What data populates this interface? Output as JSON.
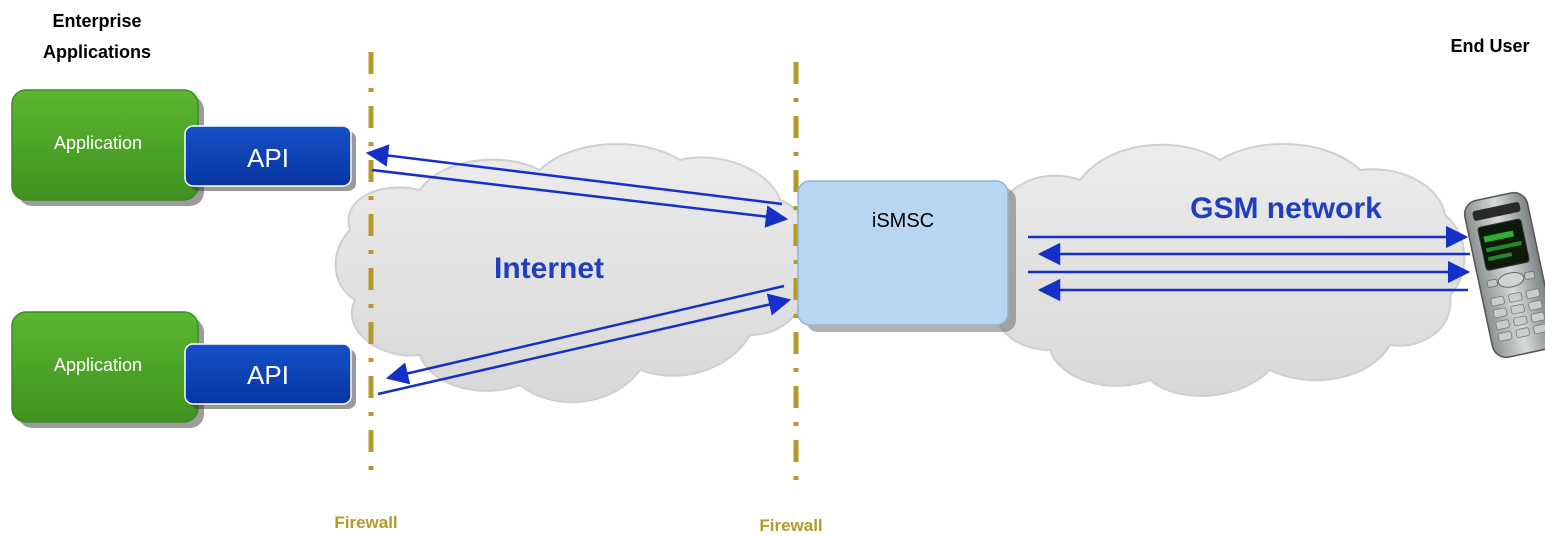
{
  "headers": {
    "enterprise_line1": "Enterprise",
    "enterprise_line2": "Applications",
    "end_user": "End User"
  },
  "apps": [
    {
      "application_label": "Application",
      "api_label": "API"
    },
    {
      "application_label": "Application",
      "api_label": "API"
    }
  ],
  "clouds": {
    "internet_label": "Internet",
    "gsm_label": "GSM network"
  },
  "ismsc": {
    "label": "iSMSC"
  },
  "firewalls": [
    {
      "label": "Firewall"
    },
    {
      "label": "Firewall"
    }
  ],
  "colors": {
    "application_green": "#4ea628",
    "api_blue": "#0a3fb0",
    "ismsc_fill": "#b8d6f0",
    "firewall_gold": "#b59a2a",
    "arrow_blue": "#1530c8",
    "cloud_gray": "#e2e2e2",
    "label_blue": "#1f3fc0"
  },
  "icons": {
    "end_user_device": "mobile-phone-icon"
  }
}
